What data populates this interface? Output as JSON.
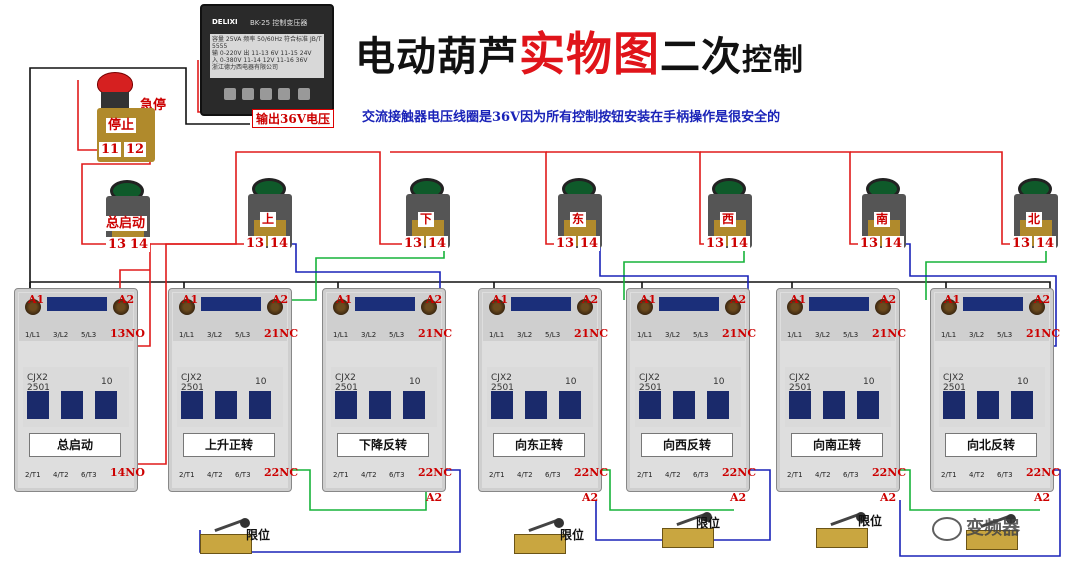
{
  "title": {
    "part1": "电动葫芦",
    "part2": "实物图",
    "part3": "二次",
    "part4": "控制"
  },
  "subtitle": "交流接触器电压线圈是36V因为所有控制按钮安装在手柄操作是很安全的",
  "transformer": {
    "brand": "DELIXI",
    "model": "BK-25 控制变压器",
    "output_label": "输出36V电压",
    "plate_lines": [
      "容量 25VA 频率 50/60Hz 符合标准 JB/T 5555",
      "输 0-220V 出 11-13 6V 11-15 24V",
      "入 0-380V 11-14 12V 11-16 36V",
      "浙江德力西电器有限公司"
    ]
  },
  "estop": {
    "label": "急停",
    "name": "停止",
    "t1": "11",
    "t2": "12"
  },
  "main_start": {
    "name": "总启动",
    "t1": "13",
    "t2": "14"
  },
  "buttons": [
    {
      "name": "上",
      "t1": "13",
      "t2": "14"
    },
    {
      "name": "下",
      "t1": "13",
      "t2": "14"
    },
    {
      "name": "东",
      "t1": "13",
      "t2": "14"
    },
    {
      "name": "西",
      "t1": "13",
      "t2": "14"
    },
    {
      "name": "南",
      "t1": "13",
      "t2": "14"
    },
    {
      "name": "北",
      "t1": "13",
      "t2": "14"
    }
  ],
  "contactors": [
    {
      "name": "总启动",
      "a1": "A1",
      "a2": "A2",
      "top_aux": "13NO",
      "bot_aux": "14NO",
      "bot_coil": ""
    },
    {
      "name": "上升正转",
      "a1": "A1",
      "a2": "A2",
      "top_aux": "21NC",
      "bot_aux": "22NC",
      "bot_coil": ""
    },
    {
      "name": "下降反转",
      "a1": "A1",
      "a2": "A2",
      "top_aux": "21NC",
      "bot_aux": "22NC",
      "bot_coil": "A2"
    },
    {
      "name": "向东正转",
      "a1": "A1",
      "a2": "A2",
      "top_aux": "21NC",
      "bot_aux": "22NC",
      "bot_coil": "A2"
    },
    {
      "name": "向西反转",
      "a1": "A1",
      "a2": "A2",
      "top_aux": "21NC",
      "bot_aux": "22NC",
      "bot_coil": "A2"
    },
    {
      "name": "向南正转",
      "a1": "A1",
      "a2": "A2",
      "top_aux": "21NC",
      "bot_aux": "22NC",
      "bot_coil": "A2"
    },
    {
      "name": "向北反转",
      "a1": "A1",
      "a2": "A2",
      "top_aux": "21NC",
      "bot_aux": "22NC",
      "bot_coil": "A2"
    }
  ],
  "contactor_face": {
    "model_line1": "CJX2",
    "model_line2": "2501",
    "rating": "10",
    "top_labels": [
      "1/L1",
      "3/L2",
      "5/L3"
    ],
    "bot_labels": [
      "2/T1",
      "4/T2",
      "6/T3"
    ]
  },
  "limit_switches": [
    {
      "label": "限位"
    },
    {
      "label": "限位"
    },
    {
      "label": "限位"
    },
    {
      "label": "限位"
    }
  ],
  "watermark": "变频器",
  "colors": {
    "red_wire": "#e01a1a",
    "black_wire": "#111111",
    "blue_wire": "#1a23b8",
    "green_wire": "#17b33a",
    "title_red": "#e0141a"
  }
}
